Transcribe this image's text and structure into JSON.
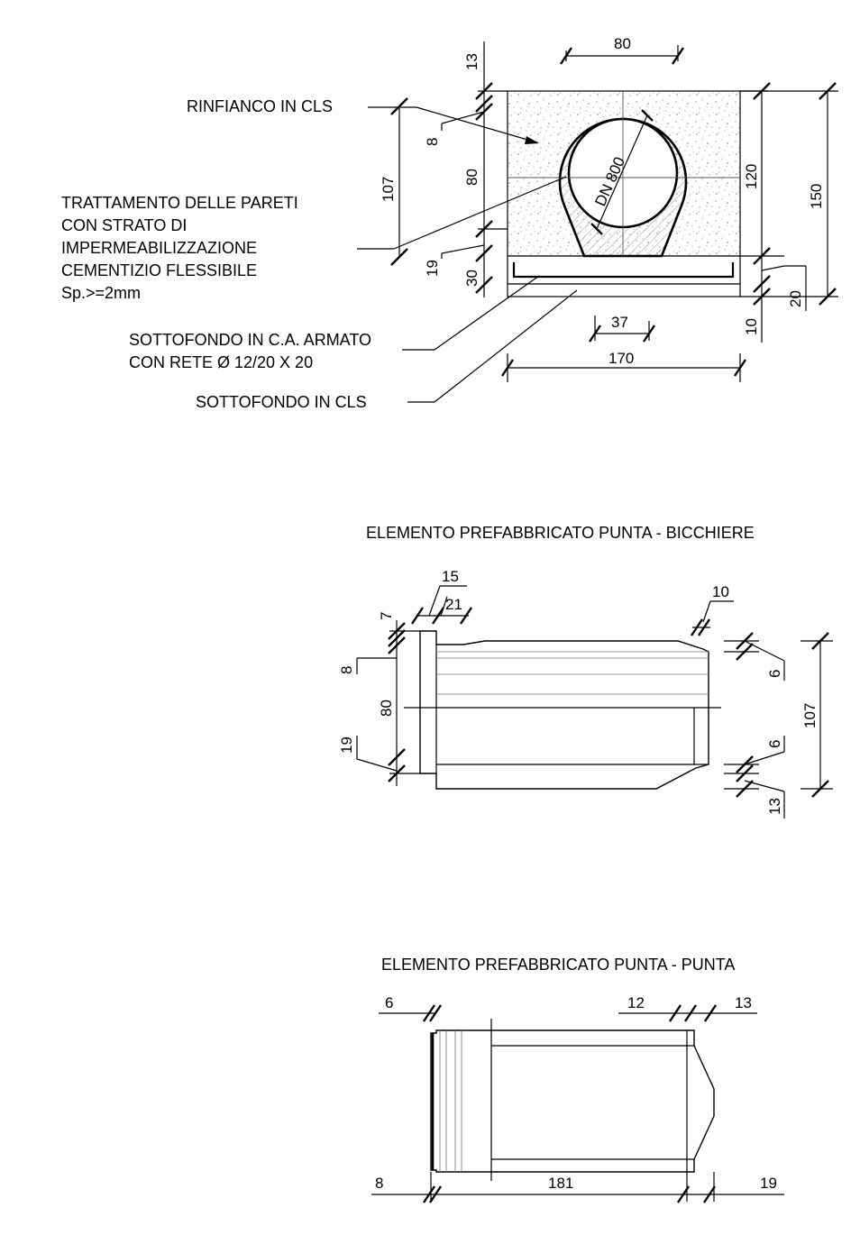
{
  "section": {
    "labels": {
      "rinfianco": "RINFIANCO IN CLS",
      "trattamento": [
        "TRATTAMENTO DELLE PARETI",
        "CON STRATO DI",
        "IMPERMEABILIZZAZIONE",
        "CEMENTIZIO FLESSIBILE",
        "Sp.>=2mm"
      ],
      "sottofondo_ca": [
        "SOTTOFONDO IN C.A. ARMATO",
        "CON RETE Ø 12/20 X 20"
      ],
      "sottofondo_cls": "SOTTOFONDO IN CLS"
    },
    "pipe_label": "DN 800",
    "dims": {
      "top_width": "80",
      "top_13": "13",
      "left_8": "8",
      "left_107": "107",
      "left_80": "80",
      "left_19": "19",
      "left_30": "30",
      "right_120": "120",
      "right_150": "150",
      "right_20": "20",
      "right_10": "10",
      "bottom_37": "37",
      "bottom_170": "170"
    }
  },
  "bicchiere": {
    "title": "ELEMENTO PREFABBRICATO PUNTA - BICCHIERE",
    "dims": {
      "d15": "15",
      "d21": "21",
      "d10": "10",
      "d7": "7",
      "d8": "8",
      "d80": "80",
      "d19": "19",
      "d6a": "6",
      "d6b": "6",
      "d13": "13",
      "d107": "107"
    }
  },
  "punta": {
    "title": "ELEMENTO PREFABBRICATO PUNTA - PUNTA",
    "dims": {
      "d6": "6",
      "d12": "12",
      "d13": "13",
      "d8": "8",
      "d181": "181",
      "d19": "19"
    }
  },
  "colors": {
    "hatch": "#888888",
    "concrete_speckle": "#9a9a9a",
    "line": "#000000"
  }
}
